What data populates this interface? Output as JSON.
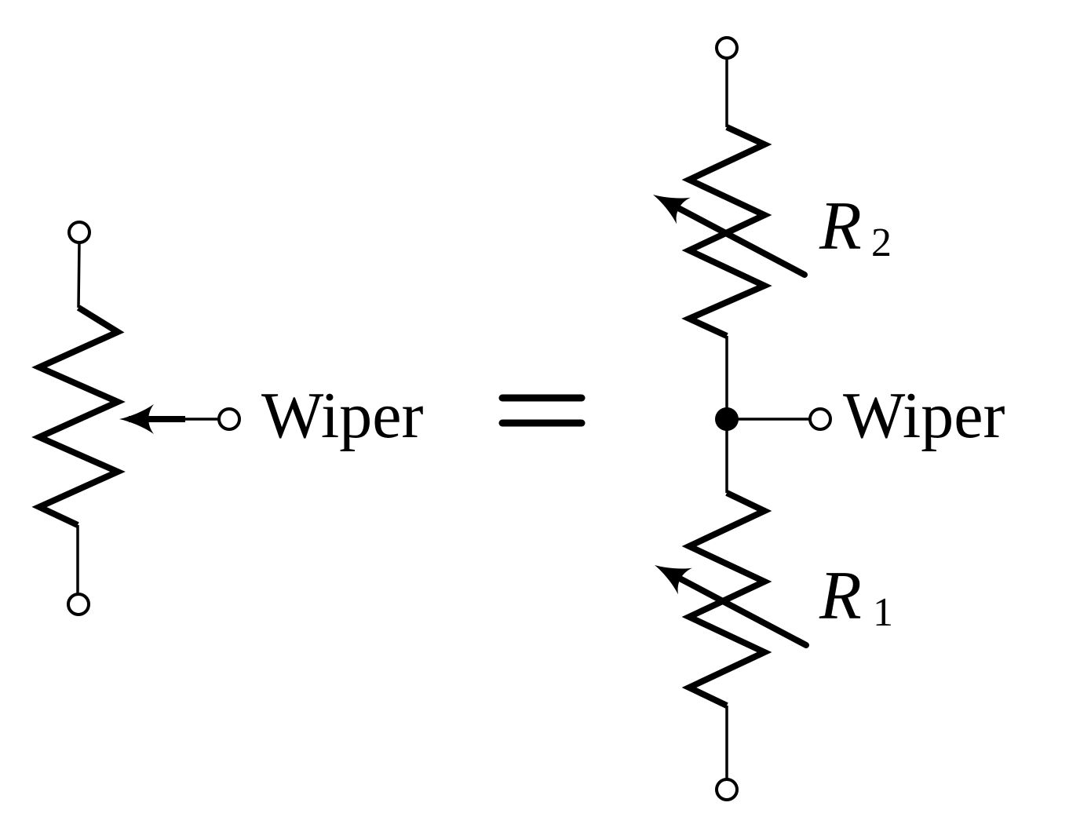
{
  "diagram": {
    "colors": {
      "ink": "#000000",
      "background": "#ffffff"
    },
    "left_circuit": {
      "wiper_label": "Wiper"
    },
    "equals_symbol": "=",
    "right_circuit": {
      "wiper_label": "Wiper",
      "r2": {
        "name": "R",
        "subscript": "2"
      },
      "r1": {
        "name": "R",
        "subscript": "1"
      }
    }
  }
}
